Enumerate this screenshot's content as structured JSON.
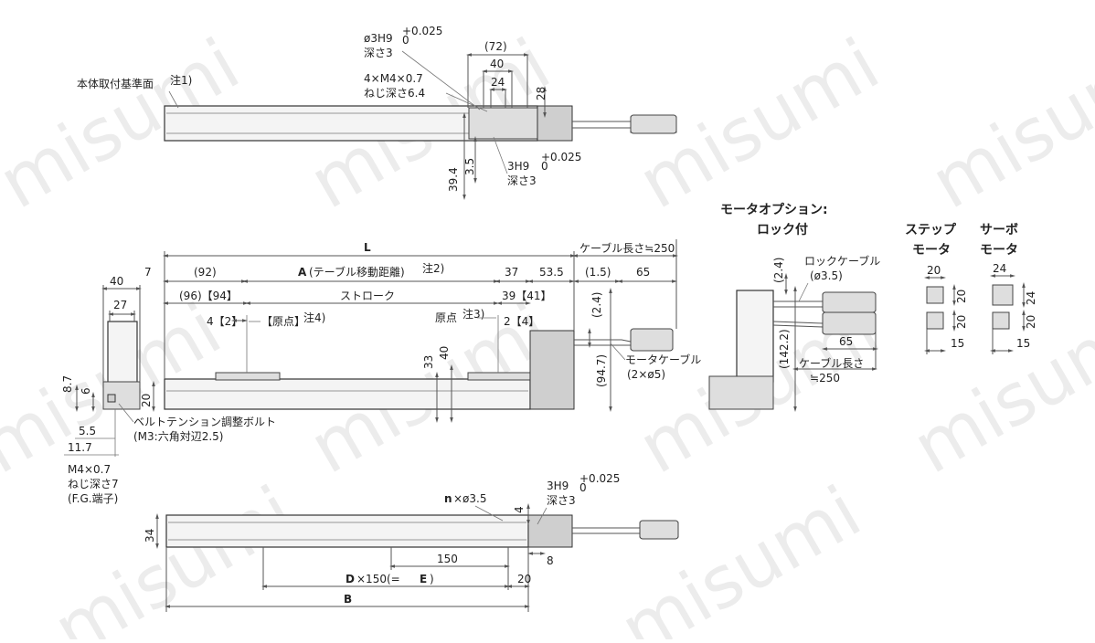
{
  "watermark": "misumi",
  "top_view": {
    "ref_face": "本体取付基準面",
    "ref_face_note": "注1)",
    "hole1": "ø3H9",
    "tol": "+0.025",
    "tol_zero": "0",
    "depth1": "深さ3",
    "thread": "4×M4×0.7",
    "thread_depth": "ねじ深さ6.4",
    "d72": "(72)",
    "d40": "40",
    "d24": "24",
    "d28": "28",
    "d39_4": "39.4",
    "d3_5": "3.5",
    "hole2": "3H9",
    "depth2": "深さ3"
  },
  "side_view": {
    "L": "L",
    "cable_len": "ケーブル長さ≒250",
    "d7": "7",
    "d92": "(92)",
    "A": "A",
    "A_text": "(テーブル移動距離)",
    "A_note": "注2)",
    "d37": "37",
    "d53_5": "53.5",
    "d1_5": "(1.5)",
    "d65": "65",
    "d96_94": "(96)【94】",
    "stroke": "ストローク",
    "d39_41": "39【41】",
    "d4_2": "4【2】",
    "origin1": "【原点】",
    "origin1_note": "注4)",
    "origin2": "原点",
    "origin2_note": "注3)",
    "d2_4": "2【4】",
    "d2_4b": "(2.4)",
    "d33": "33",
    "d40": "40",
    "d94_7": "(94.7)",
    "motor_cable": "モータケーブル",
    "motor_cable_dia": "(2×ø5)"
  },
  "end_view": {
    "d40": "40",
    "d27": "27",
    "d8_7": "8.7",
    "d6": "6",
    "d20": "20",
    "d5_5": "5.5",
    "d11_7": "11.7",
    "belt_bolt": "ベルトテンション調整ボルト",
    "belt_bolt_spec": "(M3:六角対辺2.5)",
    "fg_thread": "M4×0.7",
    "fg_depth": "ねじ深さ7",
    "fg_term": "(F.G.端子)"
  },
  "lock_option": {
    "title_line1": "モータオプション:",
    "title_line2": "ロック付",
    "d2_4": "(2.4)",
    "lock_cable": "ロックケーブル",
    "lock_cable_dia": "(ø3.5)",
    "d142_2": "(142.2)",
    "d65": "65",
    "cable_len_line1": "ケーブル長さ",
    "cable_len_line2": "≒250"
  },
  "step_motor": {
    "title_line1": "ステップ",
    "title_line2": "モータ",
    "d20a": "20",
    "d20b": "20",
    "d20c": "20",
    "d15": "15"
  },
  "servo_motor": {
    "title_line1": "サーボ",
    "title_line2": "モータ",
    "d24a": "24",
    "d24b": "24",
    "d20": "20",
    "d15": "15"
  },
  "bottom_view": {
    "n": "n",
    "n_holes": "×ø3.5",
    "d4": "4",
    "hole": "3H9",
    "tol": "+0.025",
    "tol_zero": "0",
    "depth": "深さ3",
    "d34": "34",
    "d150": "150",
    "d8": "8",
    "D": "D",
    "D_text": "×150(=",
    "E": "E",
    "D_close": ")",
    "d20": "20",
    "B": "B"
  }
}
